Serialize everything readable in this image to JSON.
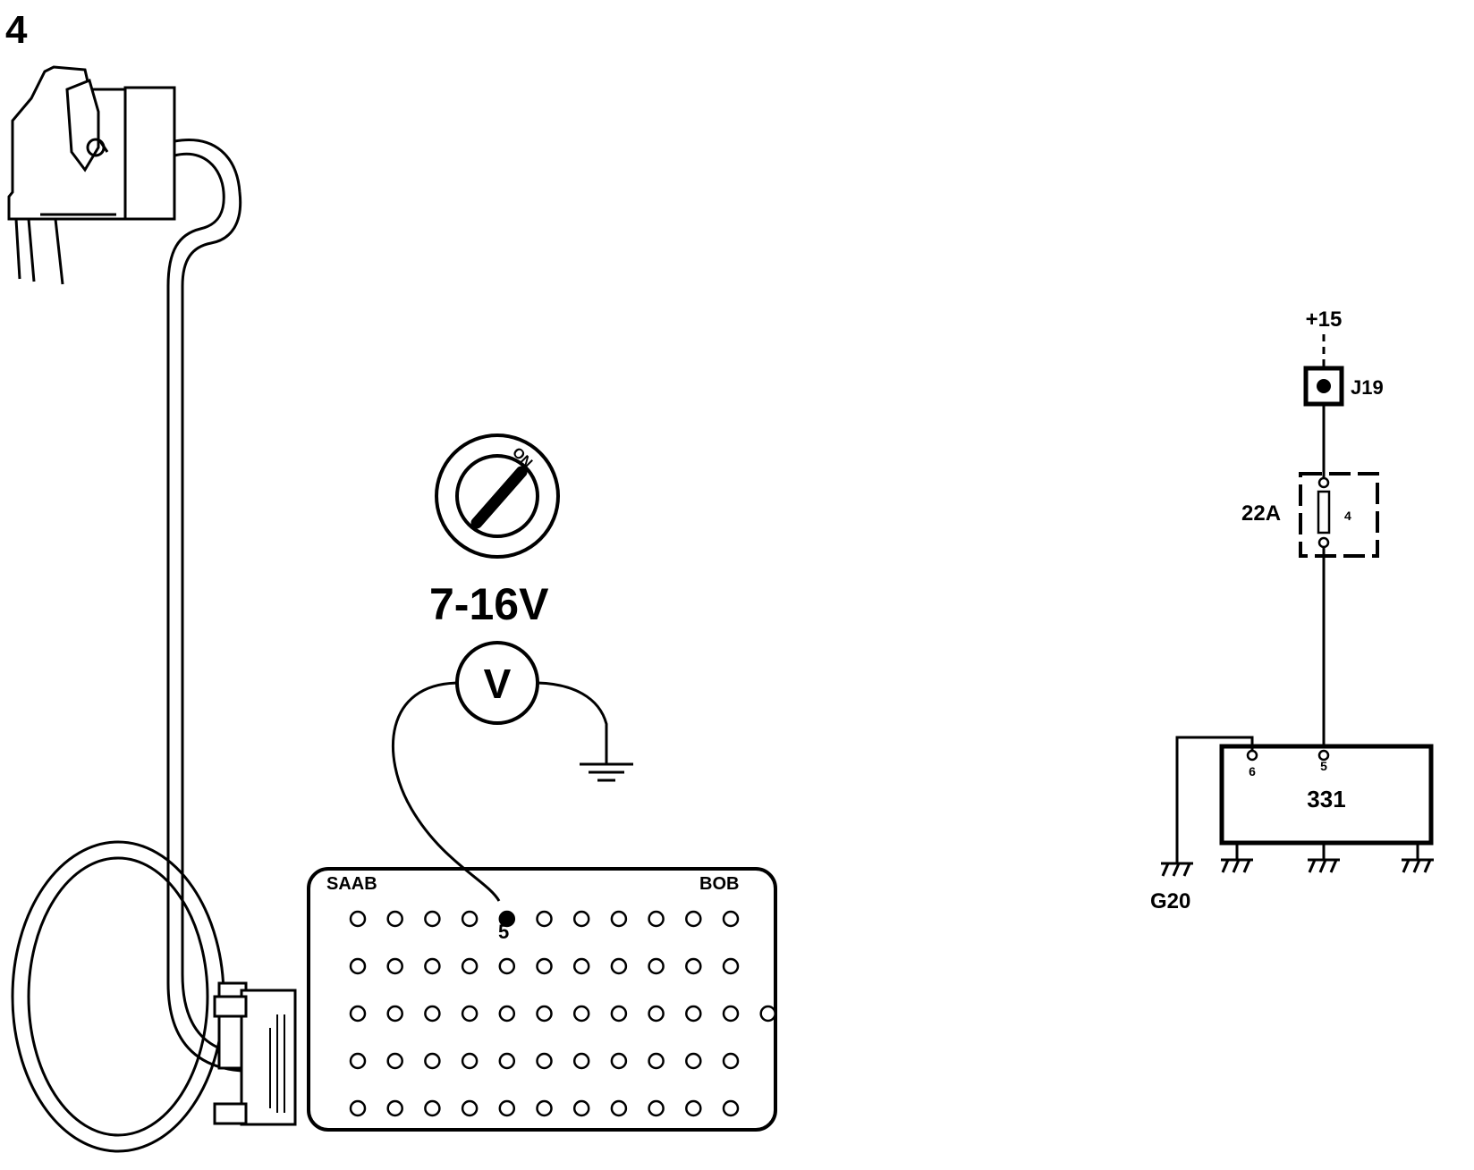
{
  "figure": {
    "step_number": "4"
  },
  "ignition": {
    "position_label": "ON",
    "voltage_label": "7-16V"
  },
  "voltmeter": {
    "symbol": "V"
  },
  "breakout_box": {
    "brand_label": "SAAB",
    "model_label": "BOB",
    "probe_pin_label": "5",
    "probe_pin_index": 5,
    "rows": [
      11,
      11,
      12,
      11,
      11
    ]
  },
  "wiring": {
    "supply_label": "+15",
    "junction_label": "J19",
    "fuse_label": "22A",
    "fuse_number": "4",
    "module_label": "331",
    "pin_left_label": "6",
    "pin_right_label": "5",
    "ground_label": "G20"
  },
  "colors": {
    "ink": "#000000",
    "background": "#ffffff"
  }
}
